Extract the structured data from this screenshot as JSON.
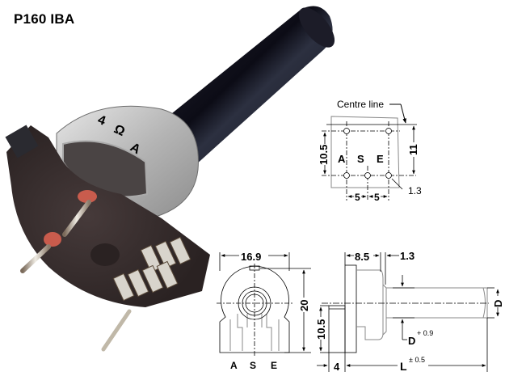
{
  "title": "P160 IBA",
  "photo": {
    "description": "Rotary potentiometer with black shaft, metal housing and PCB pins",
    "housing_markings": [
      "4",
      "Ω",
      "A"
    ]
  },
  "footprint_view": {
    "centre_line_label": "Centre line",
    "dim_height": "10.5",
    "dim_outer_height": "11",
    "pitch_left": "5",
    "pitch_right": "5",
    "hole_diameter": "1.3",
    "pins": [
      "A",
      "S",
      "E"
    ]
  },
  "front_view": {
    "dim_width": "16.9",
    "dim_height": "20",
    "pins": [
      "A",
      "S",
      "E"
    ]
  },
  "side_view": {
    "dim_body": "8.5",
    "dim_bushing": "1.3",
    "dim_pin_height": "10.5",
    "dim_pin_offset": "4",
    "dim_shaft_diameter": "D",
    "dim_shaft_tol_label": "D",
    "dim_shaft_tol": "+ 0.9",
    "dim_length": "L",
    "dim_length_tol": "± 0.5"
  },
  "colors": {
    "shaft": "#141420",
    "housing_metal": "#b8b8b8",
    "body": "#3a3030",
    "solder_red": "#d85a4a",
    "pin_metal": "#c8c0b0",
    "drawing_line": "#000000",
    "drawing_gray": "#808080"
  }
}
